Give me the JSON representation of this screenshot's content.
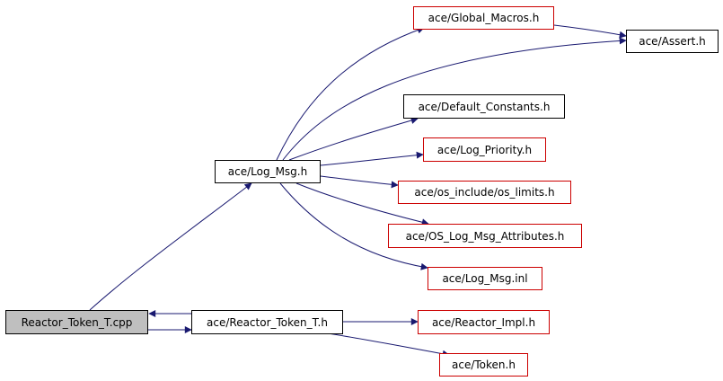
{
  "colors": {
    "edge": "#191970",
    "node_border": "#000000",
    "undocumented_border": "#cc0000",
    "root_fill": "#bfbfbf"
  },
  "nodes": {
    "reactor_token_t_cpp": "Reactor_Token_T.cpp",
    "log_msg_h": "ace/Log_Msg.h",
    "reactor_token_t_h": "ace/Reactor_Token_T.h",
    "global_macros_h": "ace/Global_Macros.h",
    "assert_h": "ace/Assert.h",
    "default_constants_h": "ace/Default_Constants.h",
    "log_priority_h": "ace/Log_Priority.h",
    "os_limits_h": "ace/os_include/os_limits.h",
    "os_log_msg_attributes_h": "ace/OS_Log_Msg_Attributes.h",
    "log_msg_inl": "ace/Log_Msg.inl",
    "reactor_impl_h": "ace/Reactor_Impl.h",
    "token_h": "ace/Token.h"
  }
}
